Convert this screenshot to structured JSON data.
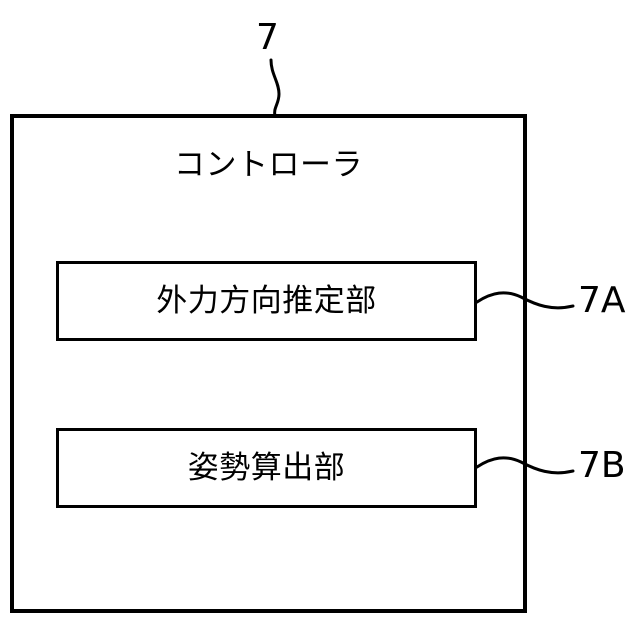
{
  "figure": {
    "kind": "patent-block-diagram",
    "background_color": "#ffffff",
    "line_color": "#000000"
  },
  "controller": {
    "reference_numeral": "7",
    "title": "コントローラ",
    "units": [
      {
        "reference_numeral": "7A",
        "label": "外力方向推定部"
      },
      {
        "reference_numeral": "7B",
        "label": "姿勢算出部"
      }
    ]
  }
}
